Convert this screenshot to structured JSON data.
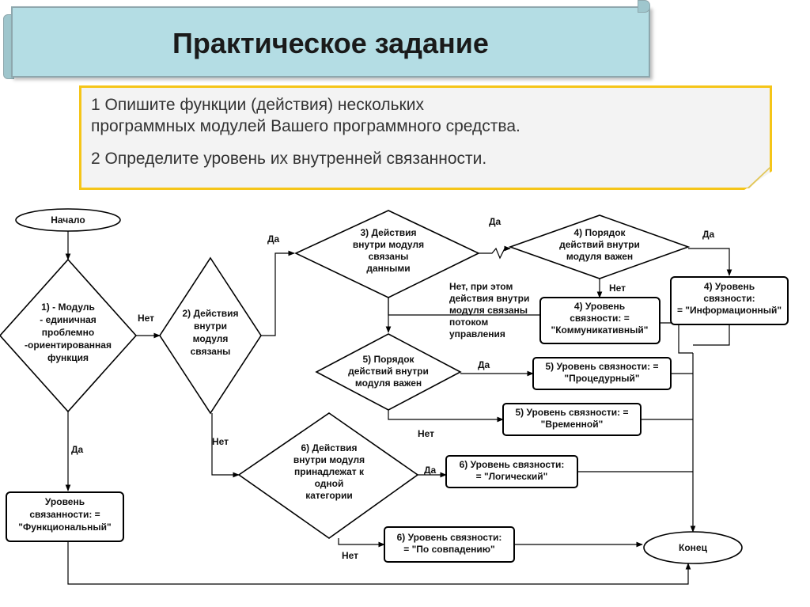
{
  "slide": {
    "title": "Практическое задание",
    "task_line1": "1 Опишите функции (действия) нескольких",
    "task_line2": "программных модулей Вашего программного средства.",
    "task_line3": "2 Определите уровень их внутренней связанности."
  },
  "flowchart": {
    "start": "Начало",
    "end": "Конец",
    "d1": [
      "1) - Модуль",
      "- единичная",
      "проблемно",
      "-ориентированная",
      "функция"
    ],
    "d2": [
      "2) Действия",
      "внутри",
      "модуля",
      "связаны"
    ],
    "d3": [
      "3) Действия",
      "внутри модуля",
      "связаны",
      "данными"
    ],
    "d4": [
      "4) Порядок",
      "действий внутри",
      "модуля важен"
    ],
    "d5": [
      "5) Порядок",
      "действий внутри",
      "модуля важен"
    ],
    "d6": [
      "6) Действия",
      "внутри модуля",
      "принадлежат к",
      "одной",
      "категории"
    ],
    "r_functional": [
      "Уровень",
      "связанности: =",
      "\"Функциональный\""
    ],
    "r_informational": [
      "4) Уровень",
      "связности:",
      "= \"Информационный\""
    ],
    "r_communicative": [
      "4) Уровень",
      "связности: =",
      "\"Коммуникативный\""
    ],
    "r_procedural": [
      "5) Уровень связности: =",
      "\"Процедурный\""
    ],
    "r_temporal": [
      "5) Уровень связности: =",
      "\"Временной\""
    ],
    "r_logical": [
      "6) Уровень связности:",
      "= \"Логический\""
    ],
    "r_coincidental": [
      "6) Уровень связности:",
      "= \"По совпадению\""
    ],
    "yes": "Да",
    "no": "Нет",
    "no_control_flow": [
      "Нет, при этом",
      "действия внутри",
      "модуля связаны",
      "потоком",
      "управления"
    ]
  },
  "colors": {
    "banner": "#b4dde4",
    "task_border": "#f5c518",
    "line": "#000000"
  }
}
